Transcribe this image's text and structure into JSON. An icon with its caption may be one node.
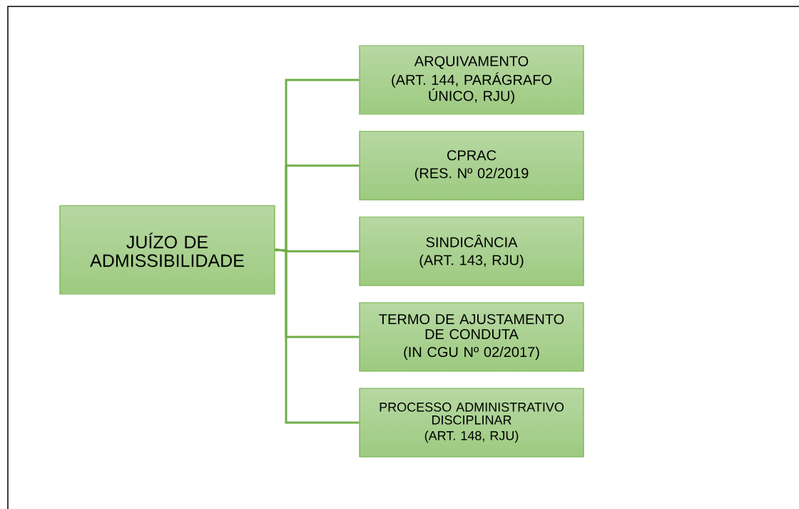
{
  "diagram": {
    "nodes": [
      {
        "text": [
          "JUÍZO DE ADMISSIBILIDADE"
        ]
      },
      {
        "text": [
          "ARQUIVAMENTO",
          "(ART. 144, PARÁGRAFO ÚNICO, RJU)"
        ]
      },
      {
        "text": [
          "CPRAC",
          "(RES. Nº 02/2019"
        ]
      },
      {
        "text": [
          "SINDICÂNCIA",
          "(ART. 143, RJU)"
        ]
      },
      {
        "text": [
          "TERMO DE AJUSTAMENTO DE CONDUTA",
          "(IN CGU Nº 02/2017)"
        ]
      },
      {
        "text": [
          "PROCESSO ADMINISTRATIVO DISCIPLINAR",
          "(ART. 148, RJU)"
        ]
      }
    ],
    "edges": [
      {
        "from": 0,
        "to": 1,
        "arrow": "none"
      },
      {
        "from": 0,
        "to": 2,
        "arrow": "none"
      },
      {
        "from": 0,
        "to": 3,
        "arrow": "none"
      },
      {
        "from": 0,
        "to": 4,
        "arrow": "none"
      },
      {
        "from": 0,
        "to": 5,
        "arrow": "none"
      }
    ]
  }
}
